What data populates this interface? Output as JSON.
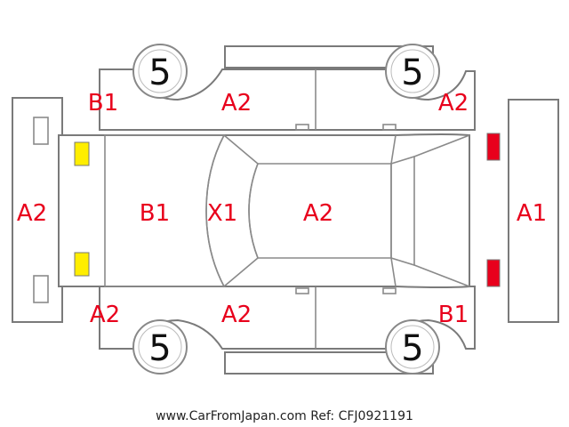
{
  "colors": {
    "damage_code": "#e8001c",
    "headlight": "#ffee00",
    "taillight": "#e8001c",
    "outline": "#7a7a7a"
  },
  "tires": {
    "front_left": "5",
    "rear_left": "5",
    "front_right": "5",
    "rear_right": "5"
  },
  "codes": {
    "front_bumper": "A2",
    "front_left_fender": "B1",
    "front_left_door": "A2",
    "rear_left_quarter": "A2",
    "bonnet": "B1",
    "windshield": "X1",
    "roof": "A2",
    "rear_bumper": "A1",
    "front_right_fender": "A2",
    "front_right_door": "A2",
    "rear_right_quarter": "B1"
  },
  "footer": {
    "site": "www.CarFromJapan.com",
    "ref": "Ref: CFJ0921191"
  }
}
